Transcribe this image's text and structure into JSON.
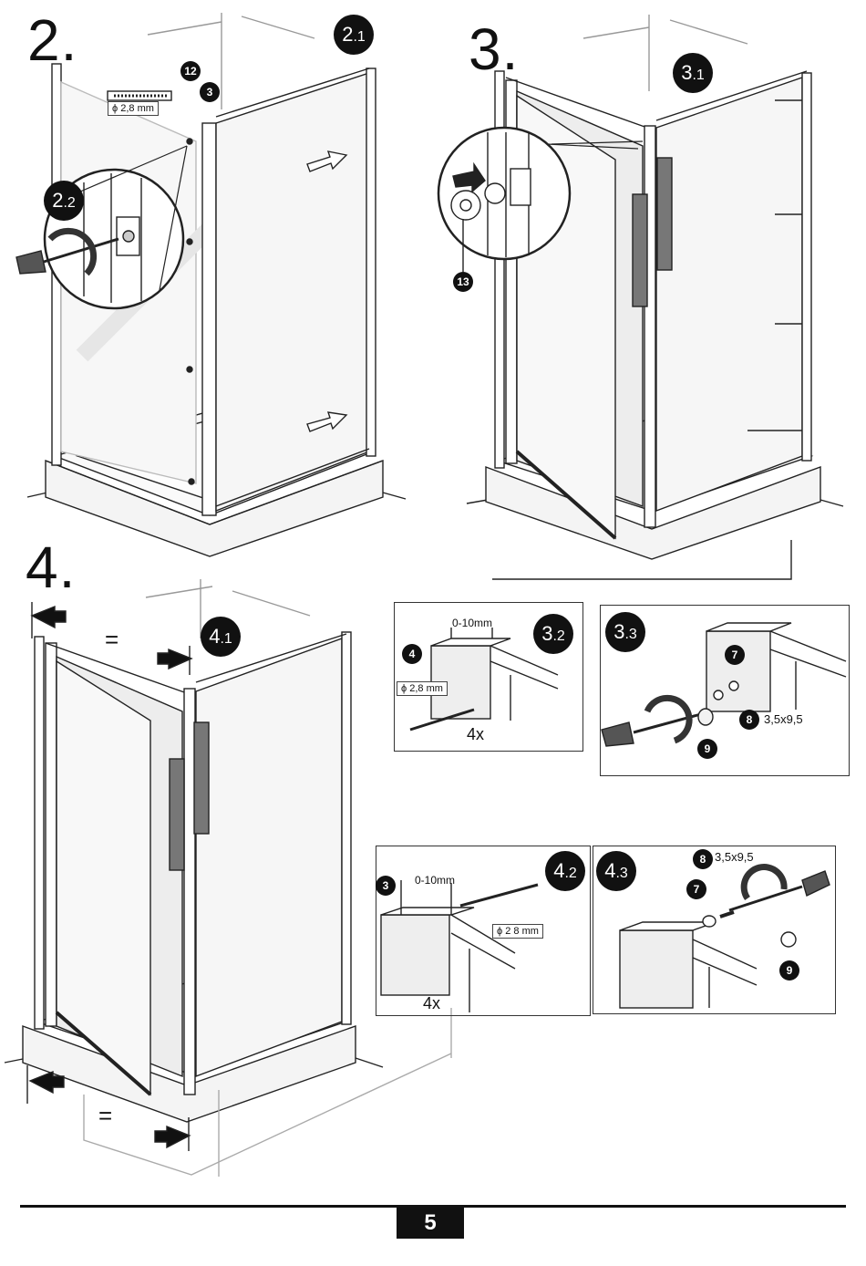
{
  "steps": {
    "s2": "2.",
    "s3": "3.",
    "s4": "4."
  },
  "badges": {
    "b21": {
      "main": "2",
      "sub": ".1"
    },
    "b22": {
      "main": "2",
      "sub": ".2"
    },
    "b31": {
      "main": "3",
      "sub": ".1"
    },
    "b32": {
      "main": "3",
      "sub": ".2"
    },
    "b33": {
      "main": "3",
      "sub": ".3"
    },
    "b41": {
      "main": "4",
      "sub": ".1"
    },
    "b42": {
      "main": "4",
      "sub": ".2"
    },
    "b43": {
      "main": "4",
      "sub": ".3"
    }
  },
  "parts": {
    "p12": "12",
    "p3a": "3",
    "p13": "13",
    "p4": "4",
    "p7a": "7",
    "p8a": "8",
    "p9a": "9",
    "p3b": "3",
    "p8b": "8",
    "p7b": "7",
    "p9b": "9"
  },
  "labels": {
    "drill_2": "ϕ 2,8 mm",
    "drill_32": "ϕ 2,8 mm",
    "drill_42": "ϕ 2 8 mm",
    "gap_32": "0-10mm",
    "gap_42": "0-10mm",
    "qty_32": "4x",
    "qty_42": "4x",
    "screw_33": "3,5x9,5",
    "screw_43": "3,5x9,5",
    "equal_top": "=",
    "equal_bottom": "="
  },
  "page_number": "5"
}
